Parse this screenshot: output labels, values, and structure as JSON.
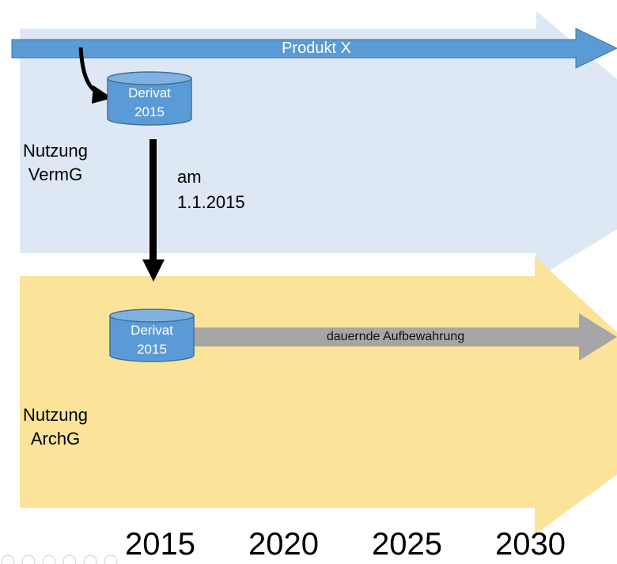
{
  "product_bar": {
    "label": "Produkt X"
  },
  "lanes": {
    "top": {
      "label_line1": "Nutzung",
      "label_line2": "VermG"
    },
    "bottom": {
      "label_line1": "Nutzung",
      "label_line2": "ArchG"
    }
  },
  "cylinders": {
    "top": {
      "line1": "Derivat",
      "line2": "2015"
    },
    "bottom": {
      "line1": "Derivat",
      "line2": "2015"
    }
  },
  "transfer": {
    "line1": "am",
    "line2": "1.1.2015"
  },
  "retention_bar": {
    "label": "dauernde Aufbewahrung"
  },
  "timeline": {
    "years": [
      "2015",
      "2020",
      "2025",
      "2030"
    ]
  },
  "colors": {
    "top_lane": "#dde8f4",
    "bottom_lane": "#fce39a",
    "product_arrow": "#5b9bd5",
    "cylinder": "#5b9bd5",
    "retention_arrow": "#a6a6a6"
  }
}
